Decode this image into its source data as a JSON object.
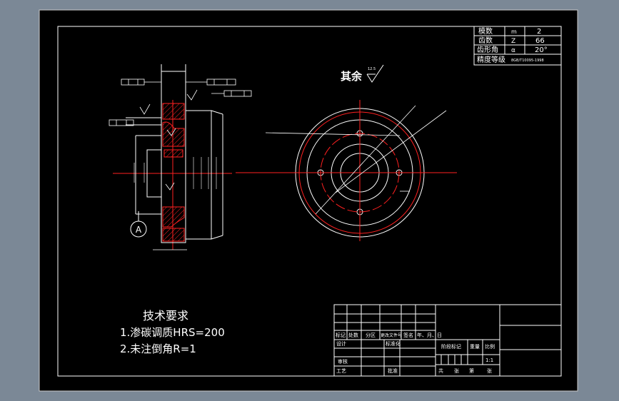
{
  "spec_table": [
    {
      "name": "模数",
      "symbol": "m",
      "value": "2"
    },
    {
      "name": "齿数",
      "symbol": "Z",
      "value": "66"
    },
    {
      "name": "齿形角",
      "symbol": "α",
      "value": "20°"
    },
    {
      "name": "精度等级",
      "symbol": "",
      "value": "8GB/T10095-1998"
    }
  ],
  "roughness_note": {
    "label": "其余",
    "value": "12.5"
  },
  "datum_label": "A",
  "tech_requirements": {
    "title": "技术要求",
    "items": [
      "1.渗碳调质HRS=200",
      "2.未注倒角R=1"
    ]
  },
  "title_block": {
    "row_labels": [
      "标记",
      "处数",
      "分区",
      "更改文件号",
      "签名",
      "年、月、日"
    ],
    "design": "设计",
    "standardize": "标准化",
    "review": "审核",
    "process": "工艺",
    "approve": "批准",
    "stage_mark": "阶段标记",
    "weight": "重量",
    "scale_label": "比例",
    "scale_value": "1:1",
    "sheets": [
      "共",
      "张",
      "第",
      "张"
    ]
  },
  "colors": {
    "background": "#7b8896",
    "paper": "#000000",
    "line": "#ffffff",
    "center_line": "#ff0000",
    "hatch": "#ff0000"
  }
}
